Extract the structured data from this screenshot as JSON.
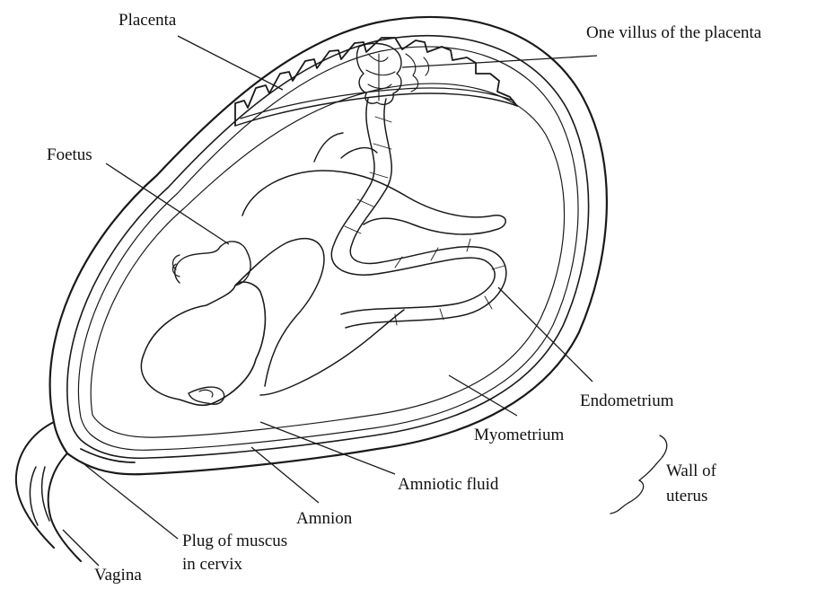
{
  "diagram": {
    "labels": {
      "placenta": "Placenta",
      "villus": "One villus of the placenta",
      "foetus": "Foetus",
      "endometrium": "Endometrium",
      "myometrium": "Myometrium",
      "wall_line1": "Wall of",
      "wall_line2": "uterus",
      "amniotic_fluid": "Amniotic fluid",
      "amnion": "Amnion",
      "plug_line1": "Plug of muscus",
      "plug_line2": "in cervix",
      "vagina": "Vagina"
    }
  }
}
